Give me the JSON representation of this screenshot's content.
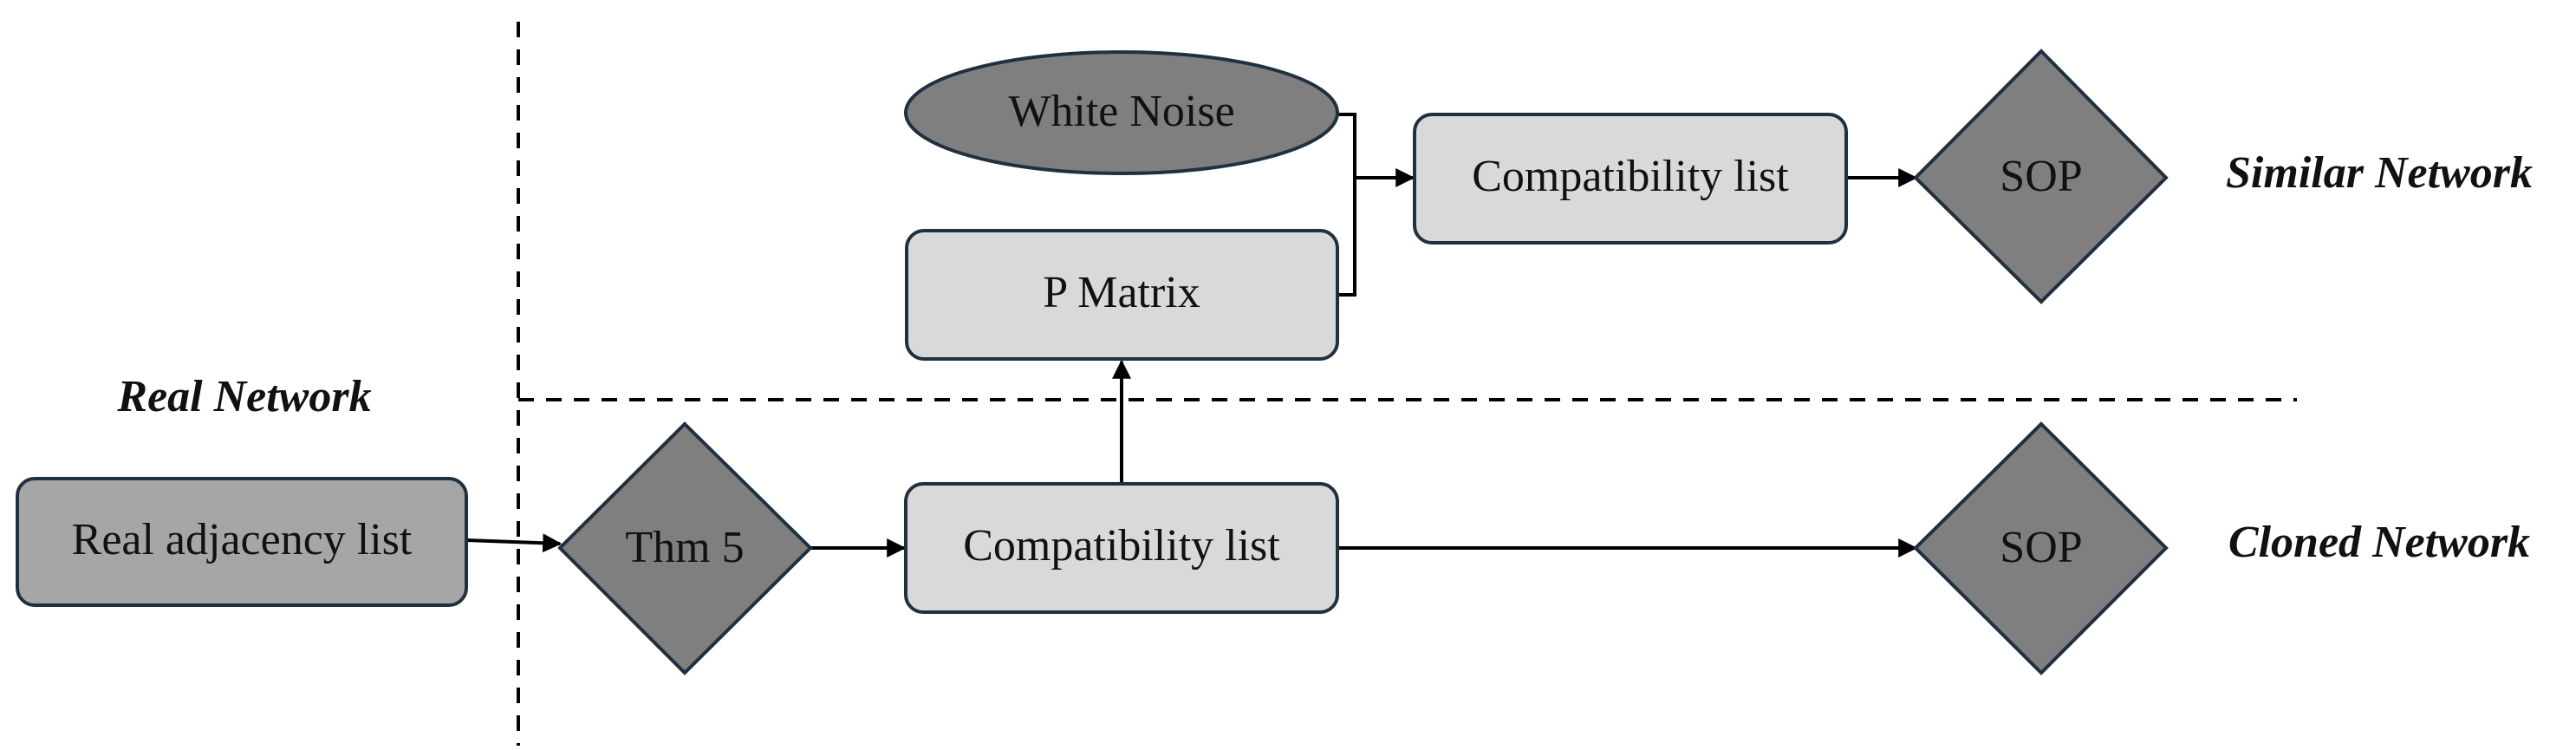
{
  "labels": {
    "real_network": "Real Network",
    "similar_network": "Similar Network",
    "cloned_network": "Cloned Network"
  },
  "nodes": {
    "real_adjacency_list": "Real adjacency list",
    "thm5": "Thm 5",
    "compatibility_list_lower": "Compatibility list",
    "p_matrix": "P Matrix",
    "white_noise": "White Noise",
    "compatibility_list_upper": "Compatibility list",
    "sop_upper": "SOP",
    "sop_lower": "SOP"
  },
  "colors": {
    "light_box": "#d9d9d9",
    "medium_box": "#a6a6a6",
    "dark_shape": "#7f7f7f",
    "border": "#1f3140",
    "line": "#000000"
  }
}
